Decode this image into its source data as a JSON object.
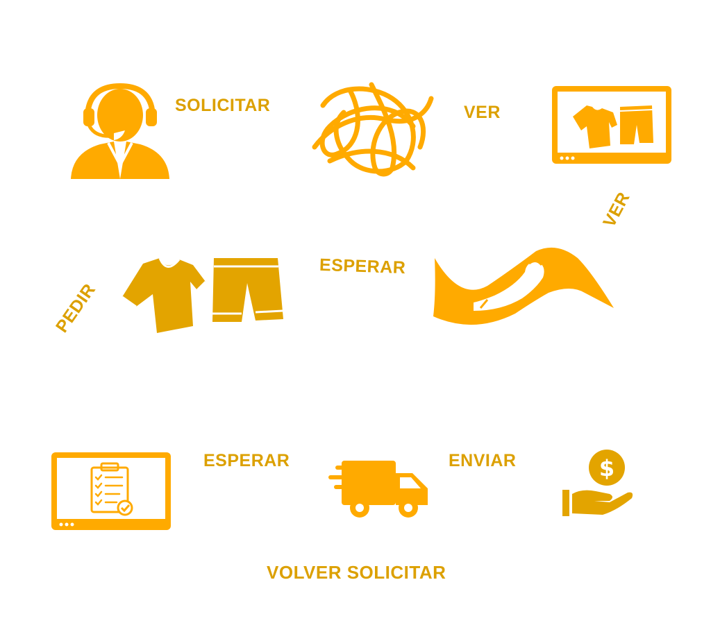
{
  "colors": {
    "primary": "#FFAA00",
    "dark": "#E3A400",
    "text": "#DCA000",
    "white": "#FFFFFF"
  },
  "labels": {
    "solicitar": "SOLICITAR",
    "ver_top": "VER",
    "ver_side": "VER",
    "esperar_middle": "ESPERAR",
    "pedir": "PEDIR",
    "esperar_bottom": "ESPERAR",
    "enviar": "ENVIAR",
    "volver_solicitar": "VOLVER SOLICITAR"
  },
  "icons": [
    "customer-service-agent-icon",
    "tangled-scribble-icon",
    "monitor-clothes-icon",
    "clothes-icon",
    "flying-paper-icon",
    "monitor-checklist-icon",
    "delivery-truck-icon",
    "hand-coin-icon"
  ]
}
